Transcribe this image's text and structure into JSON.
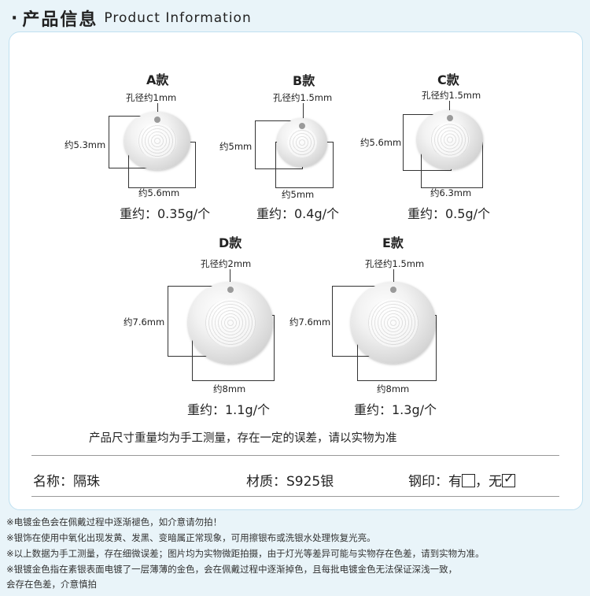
{
  "header": {
    "dot": "·",
    "title_cn": "产品信息",
    "title_en": "Product Information"
  },
  "products": [
    {
      "title": "A款",
      "hole": "孔径约1mm",
      "height": "约5.3mm",
      "width": "约5.6mm",
      "weight": "重约：0.35g/个"
    },
    {
      "title": "B款",
      "hole": "孔径约1.5mm",
      "height": "约5mm",
      "width": "约5mm",
      "weight": "重约：0.4g/个"
    },
    {
      "title": "C款",
      "hole": "孔径约1.5mm",
      "height": "约5.6mm",
      "width": "约6.3mm",
      "weight": "重约：0.5g/个"
    },
    {
      "title": "D款",
      "hole": "孔径约2mm",
      "height": "约7.6mm",
      "width": "约8mm",
      "weight": "重约：1.1g/个"
    },
    {
      "title": "E款",
      "hole": "孔径约1.5mm",
      "height": "约7.6mm",
      "width": "约8mm",
      "weight": "重约：1.3g/个"
    }
  ],
  "note": "产品尺寸重量均为手工测量，存在一定的误差，请以实物为准",
  "info": {
    "name": "名称：隔珠",
    "material": "材质：S925银",
    "stamp_label": "钢印：有",
    "stamp_no": "，无"
  },
  "footer": [
    "※电镀金色会在佩戴过程中逐渐褪色，如介意请勿拍！",
    "※银饰在使用中氧化出现发黄、发黑、变暗属正常现象，可用擦银布或洗银水处理恢复光亮。",
    "※以上数据为手工测量，存在细微误差；图片均为实物微距拍摄，由于灯光等差异可能与实物存在色差，请到实物为准。",
    "※银镀金色指在素银表面电镀了一层薄薄的金色，会在佩戴过程中逐渐掉色，且每批电镀金色无法保证深浅一致，",
    "会存在色差，介意慎拍"
  ]
}
